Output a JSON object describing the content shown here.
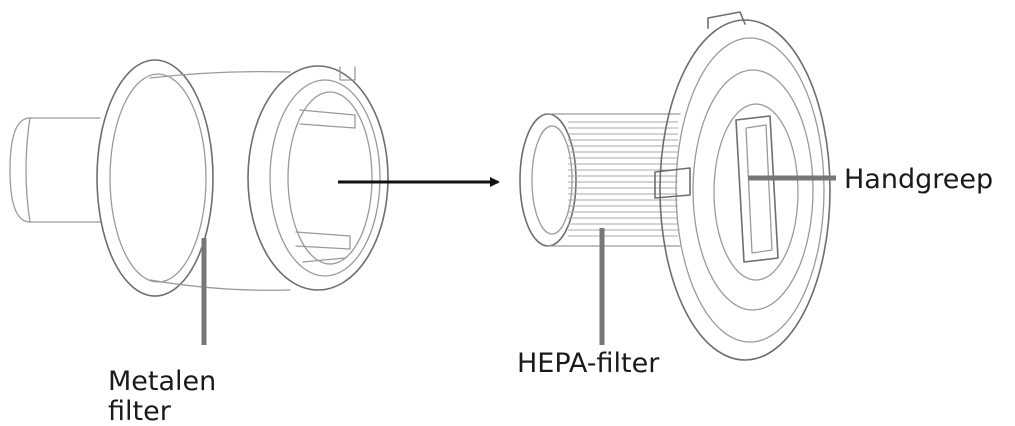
{
  "labels": {
    "metal_filter_line1": "Metalen",
    "metal_filter_line2": "filter",
    "hepa_filter": "HEPA-filter",
    "handle": "Handgreep"
  },
  "icons": [
    "arrow-right-icon"
  ],
  "colors": {
    "line": "#9a9a9a",
    "leader": "#777777",
    "arrow": "#111111",
    "text": "#1a1a1a"
  }
}
